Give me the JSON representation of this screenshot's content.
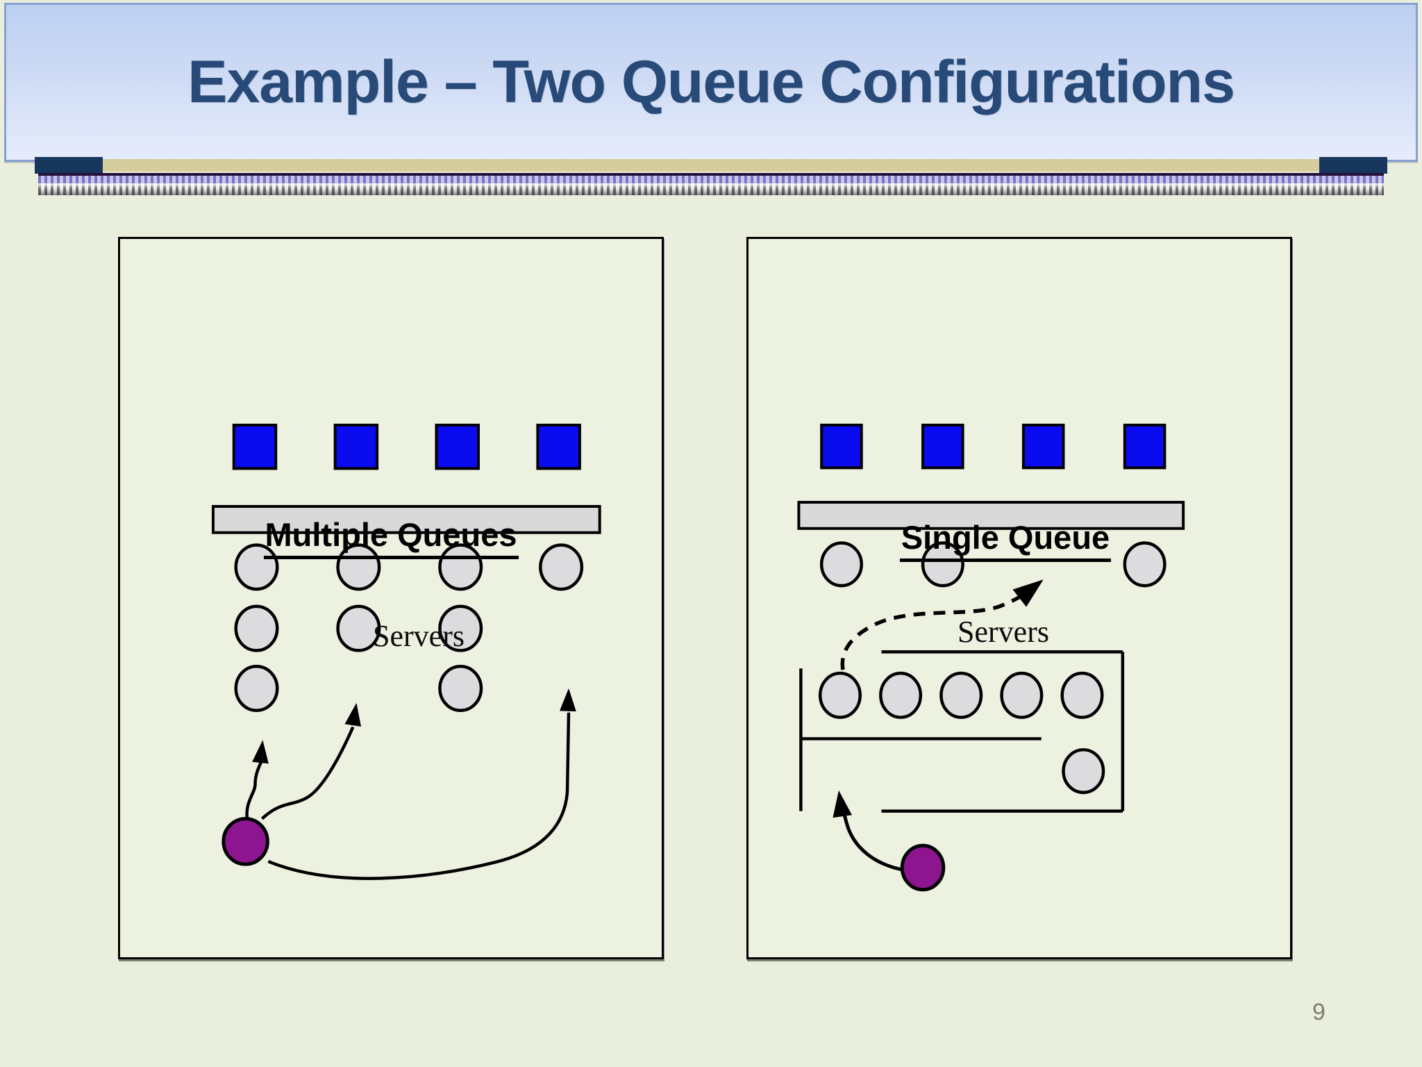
{
  "slide": {
    "title": "Example – Two Queue Configurations",
    "page_number": "9"
  },
  "colors": {
    "title_text": "#274a78",
    "banner_border": "#86a0cf",
    "tan_bar": "#d5ce9c",
    "navy_accent": "#17375d",
    "slide_background": "#eaefdd",
    "panel_background": "#ecf1e0",
    "server_fill": "#0b0bef",
    "waiting_circle_fill": "#dcdcde",
    "arriving_customer_fill": "#8d1590",
    "queue_bar_fill": "#d9d9d9",
    "outline": "#000000",
    "page_number_color": "#7b7e71"
  },
  "left_panel": {
    "title": "Multiple Queues",
    "servers_label": "Servers",
    "server_count": 4,
    "waiting_rows": [
      {
        "columns": [
          1,
          2,
          3,
          4
        ]
      },
      {
        "columns": [
          1,
          2,
          3
        ]
      },
      {
        "columns": [
          1,
          3
        ]
      }
    ],
    "arriving_customer": {
      "arrows_to_queues": 3
    }
  },
  "right_panel": {
    "title": "Single Queue",
    "servers_label": "Servers",
    "server_count": 4,
    "moving_to_servers_columns": [
      1,
      2,
      4
    ],
    "queue_line_count": 5,
    "queue_second_row_count": 1,
    "arriving_customer": {
      "arrows_to_queue": 1
    }
  }
}
